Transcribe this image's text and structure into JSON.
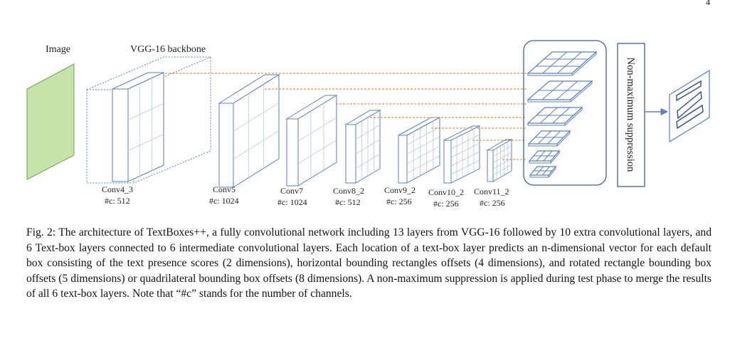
{
  "page_number": "4",
  "figure": {
    "image_label": "Image",
    "backbone_label": "VGG-16 backbone",
    "layers": [
      {
        "name": "Conv4_3",
        "channels": "#c: 512"
      },
      {
        "name": "Conv5",
        "channels": "#c: 1024"
      },
      {
        "name": "Conv7",
        "channels": "#c: 1024"
      },
      {
        "name": "Conv8_2",
        "channels": "#c: 512"
      },
      {
        "name": "Conv9_2",
        "channels": "#c: 256"
      },
      {
        "name": "Conv10_2",
        "channels": "#c: 256"
      },
      {
        "name": "Conv11_2",
        "channels": "#c: 256"
      }
    ],
    "nms_label": "Non-maximum suppression",
    "colors": {
      "blue": "#5b7fbf",
      "image_fill": "#c6e3a9",
      "image_stroke": "#6aa84f",
      "dash": "#e07b2e"
    }
  },
  "caption": "Fig. 2: The architecture of TextBoxes++, a fully convolutional network including 13 layers from VGG-16 followed by 10 extra convolutional layers, and 6 Text-box layers connected to 6 intermediate convolutional layers. Each location of a text-box layer predicts an n-dimensional vector for each default box consisting of the text presence scores (2 dimensions), horizontal bounding rectangles offsets (4 dimensions), and rotated rectangle bounding box offsets (5 dimensions) or quadrilateral bounding box offsets (8 dimensions). A non-maximum suppression is applied during test phase to merge the results of all 6 text-box layers. Note that “#c” stands for the number of channels."
}
